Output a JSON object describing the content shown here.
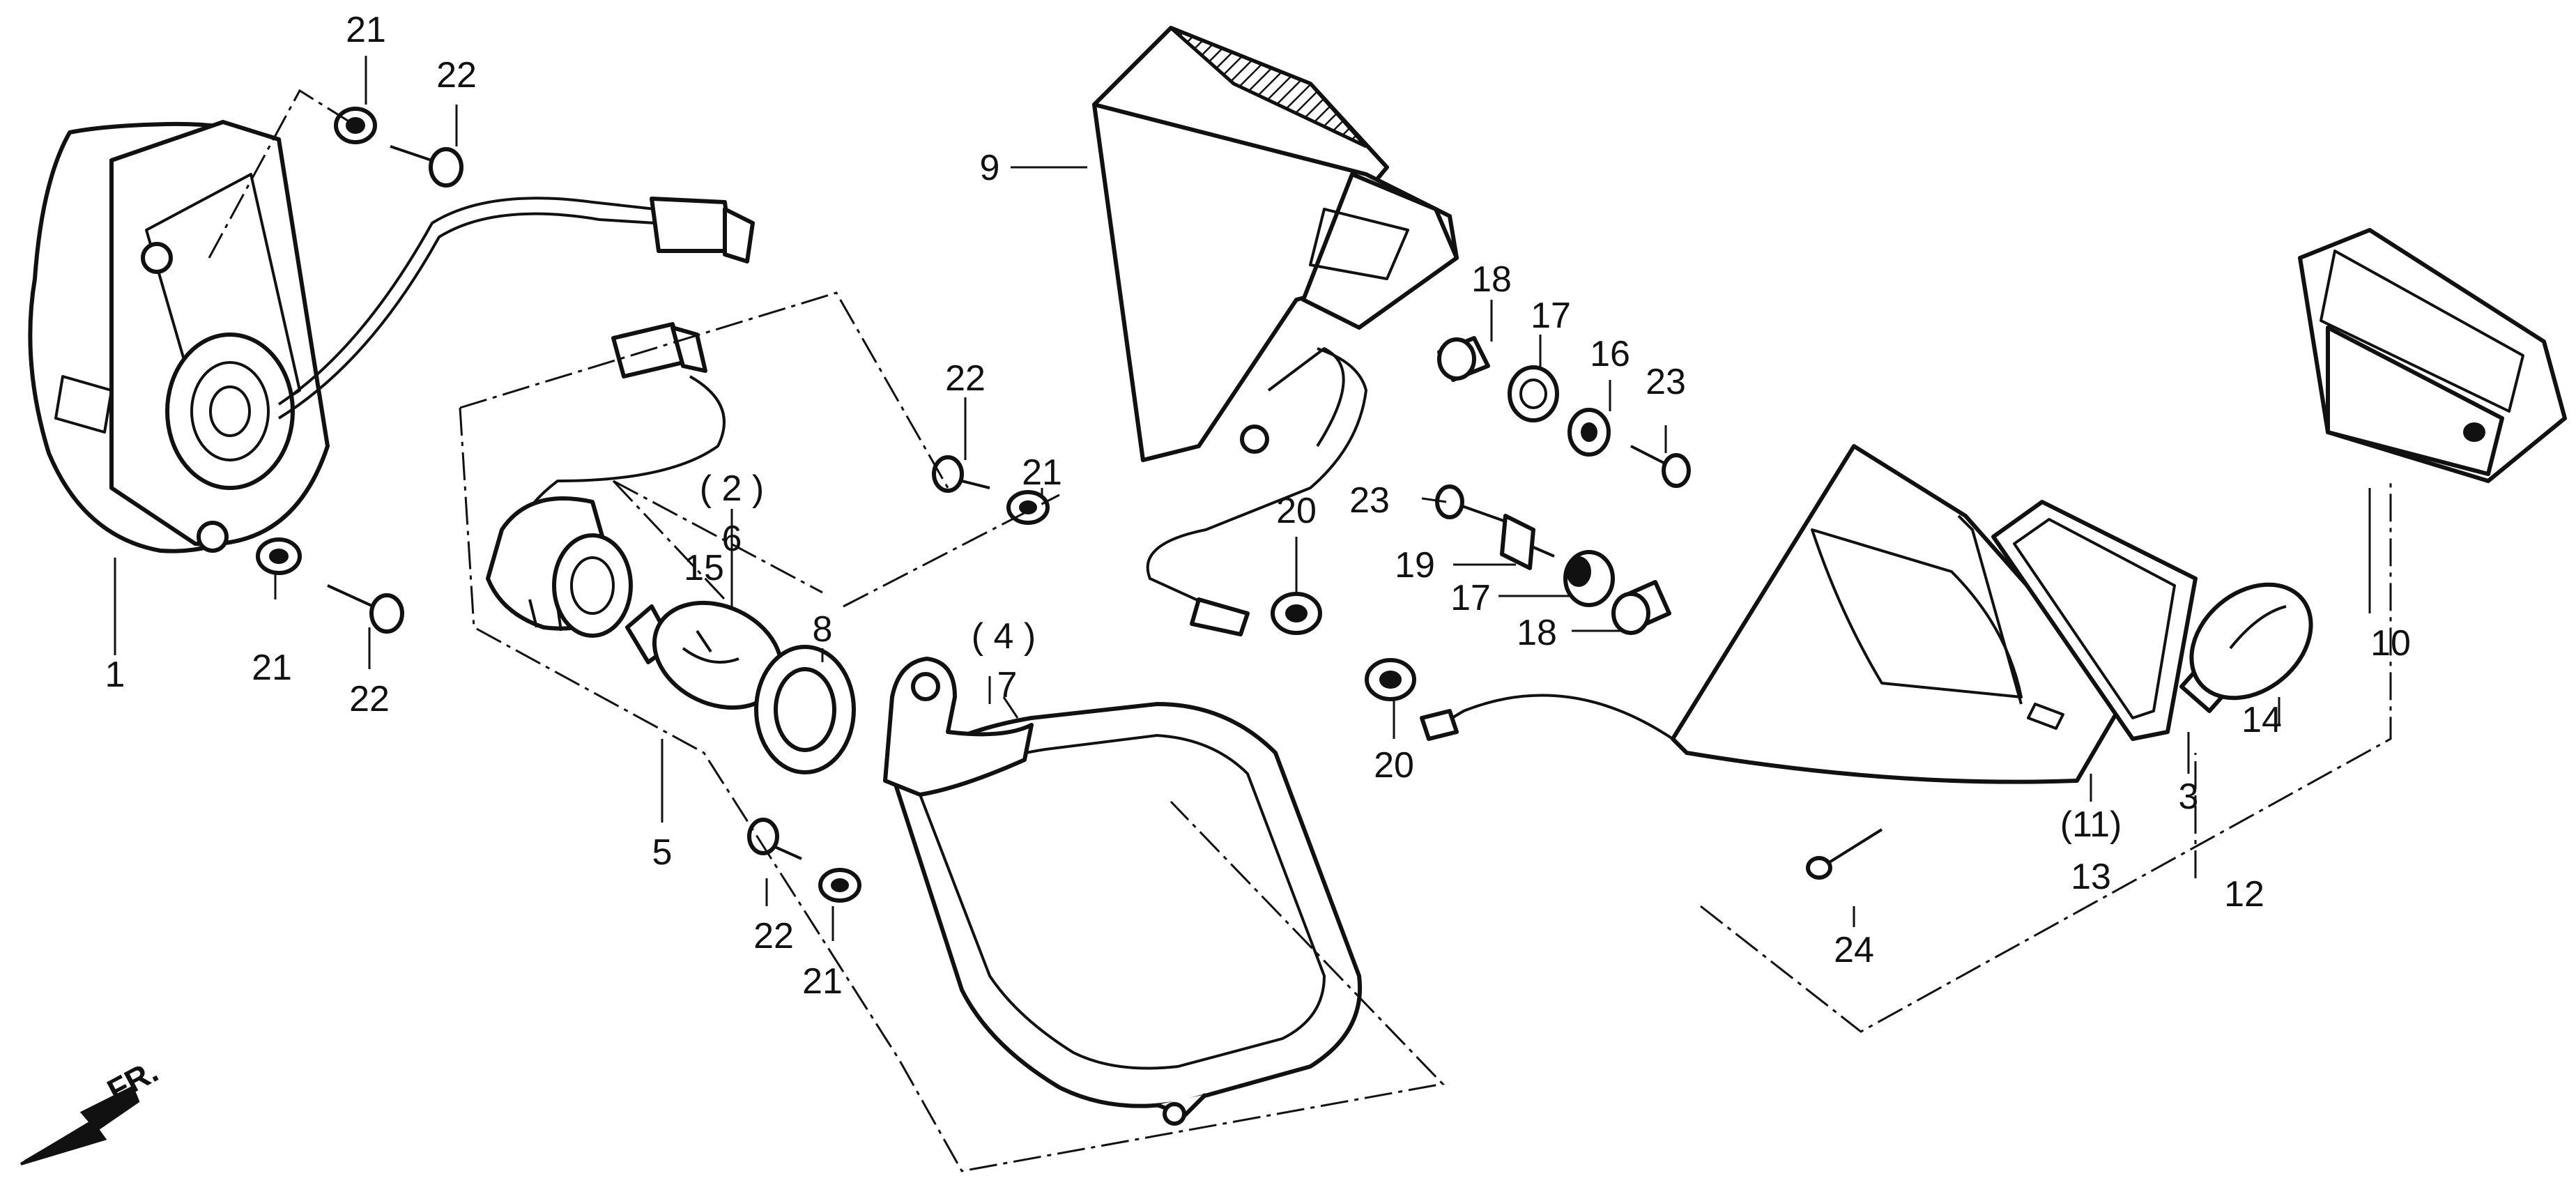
{
  "diagram": {
    "callouts": {
      "c1": "1",
      "c2": "( 2 )",
      "c3": "3",
      "c4": "( 4 )",
      "c5": "5",
      "c6": "6",
      "c7": "7",
      "c8": "8",
      "c9": "9",
      "c10": "10",
      "c11": "(11)",
      "c12": "12",
      "c13": "13",
      "c14": "14",
      "c15": "15",
      "c16": "16",
      "c17a": "17",
      "c17b": "17",
      "c18a": "18",
      "c18b": "18",
      "c19": "19",
      "c20a": "20",
      "c20b": "20",
      "c21a": "21",
      "c21b": "21",
      "c21c": "21",
      "c21d": "21",
      "c22a": "22",
      "c22b": "22",
      "c22c": "22",
      "c22d": "22",
      "c23a": "23",
      "c23b": "23",
      "c24": "24"
    },
    "front_indicator": "FR."
  },
  "colors": {
    "ink": "#111111",
    "paper": "#ffffff"
  }
}
